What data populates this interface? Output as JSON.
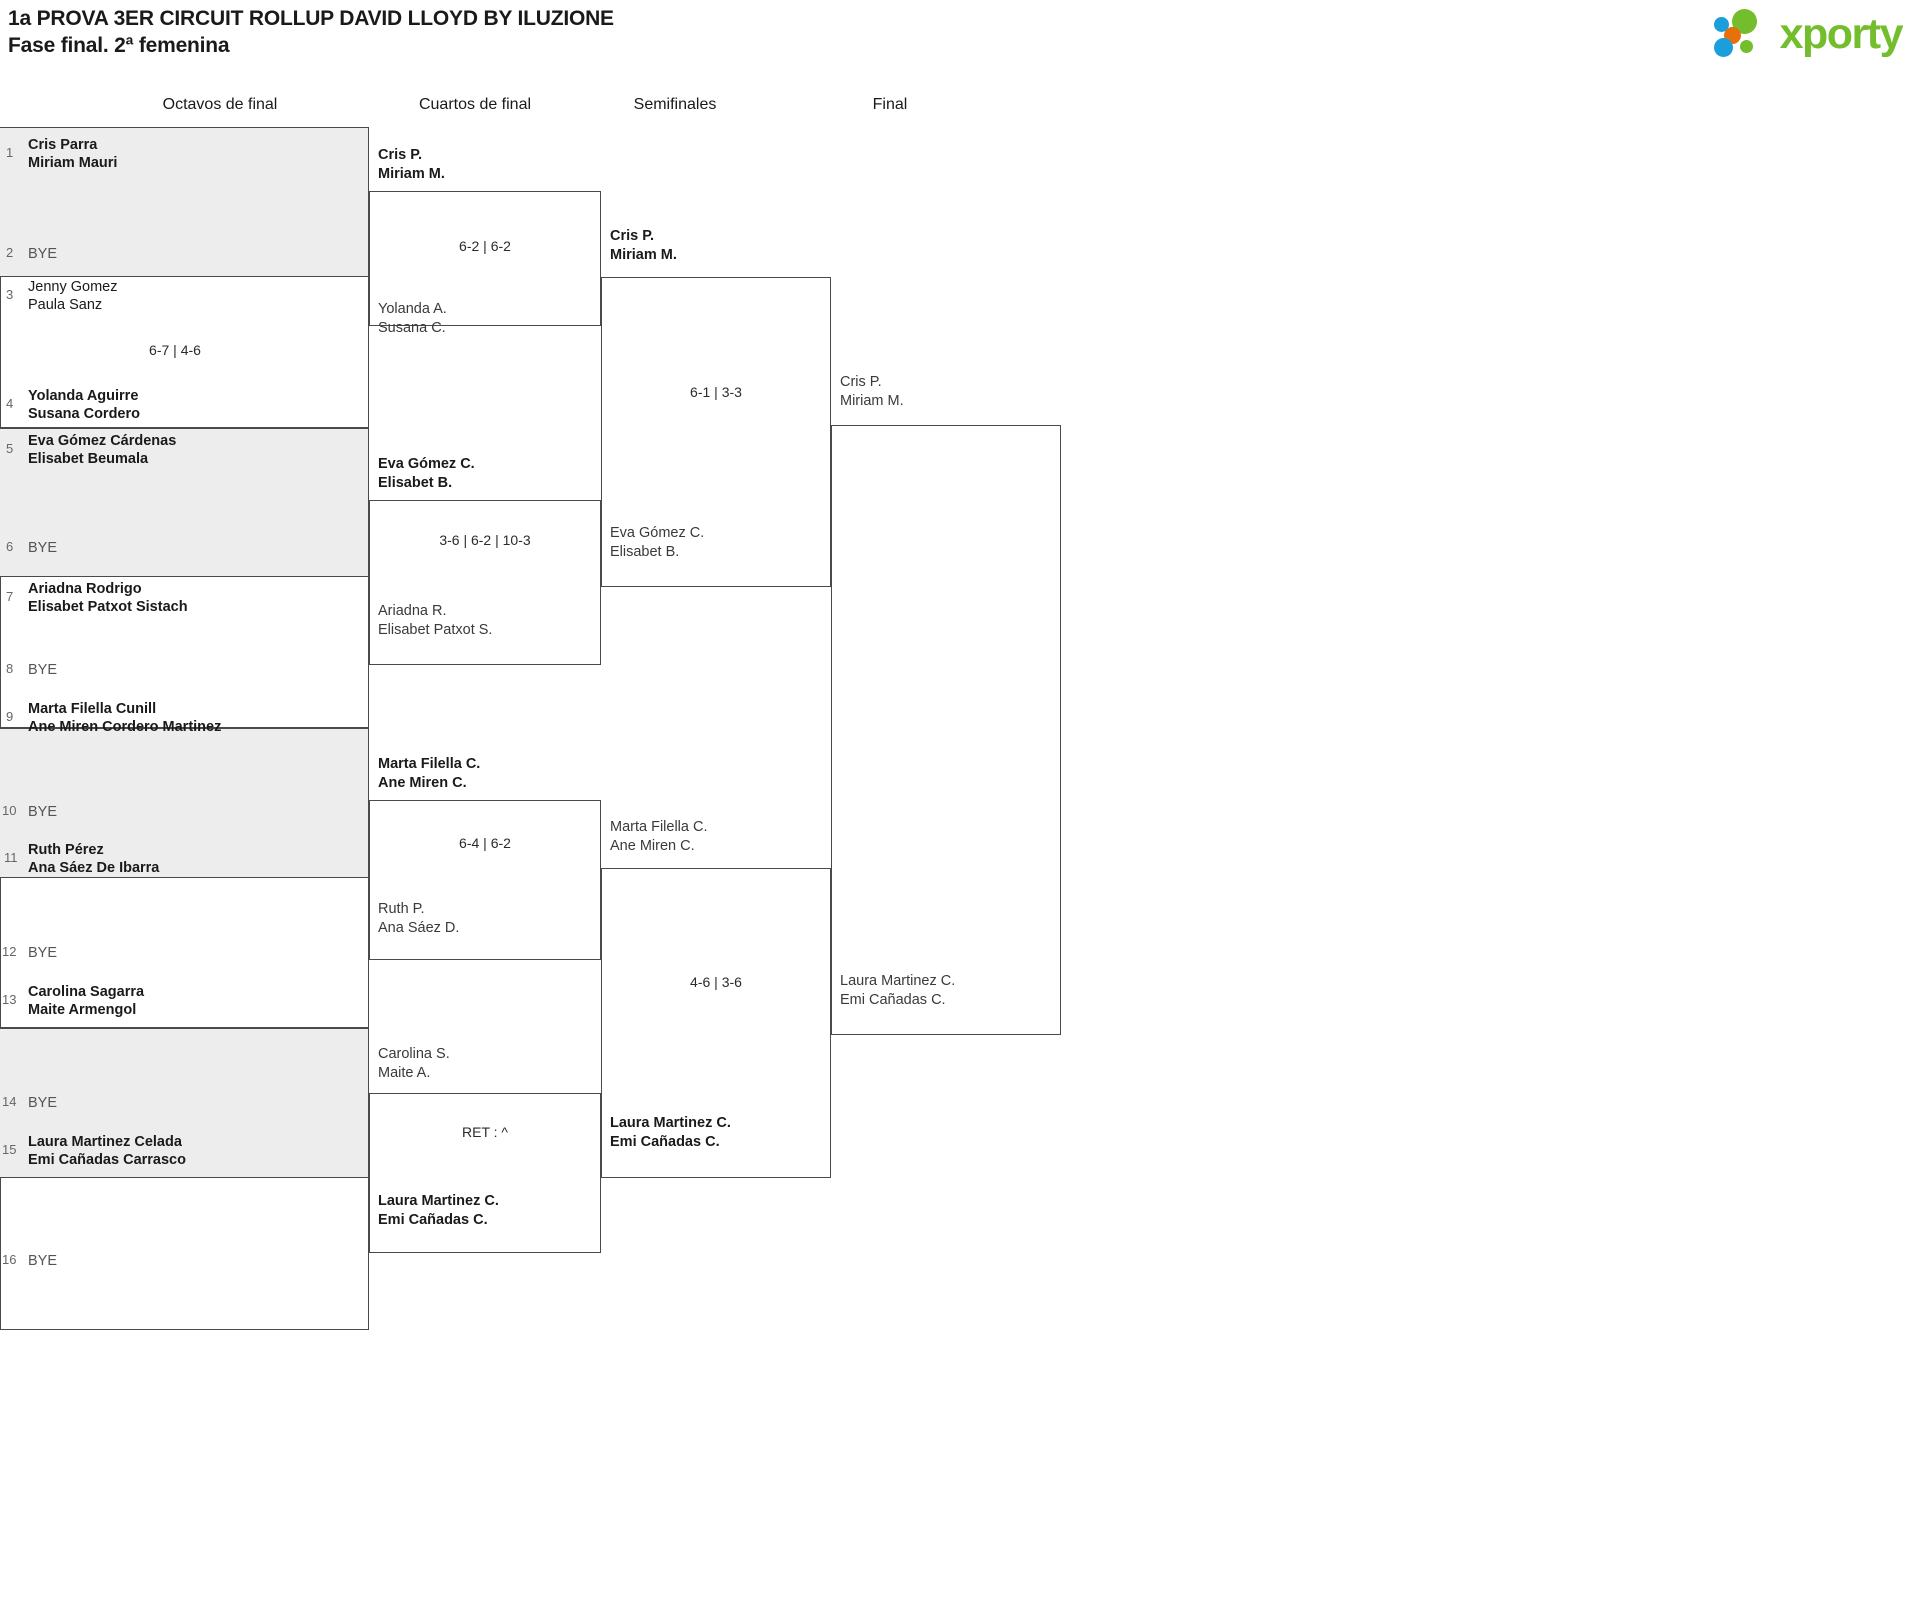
{
  "header": {
    "title_line1": "1a PROVA 3ER CIRCUIT ROLLUP DAVID LLOYD BY ILUZIONE",
    "title_line2": "Fase final. 2ª femenina",
    "logo_text": "xporty",
    "logo_colors": {
      "green": "#74bd2d",
      "blue": "#1a9fdc",
      "orange": "#e8700a"
    }
  },
  "rounds": [
    {
      "label": "Octavos de final"
    },
    {
      "label": "Cuartos de final"
    },
    {
      "label": "Semifinales"
    },
    {
      "label": "Final"
    }
  ],
  "bye_label": "BYE",
  "round1": {
    "entries": [
      {
        "seed": "1",
        "line1": "Cris Parra",
        "line2": "Miriam Mauri",
        "winner": true
      },
      {
        "seed": "2",
        "line1": "BYE",
        "line2": "",
        "winner": false
      },
      {
        "seed": "3",
        "line1": "Jenny Gomez",
        "line2": "Paula Sanz",
        "winner": false
      },
      {
        "seed": "4",
        "line1": "Yolanda Aguirre",
        "line2": "Susana Cordero",
        "winner": true
      },
      {
        "seed": "5",
        "line1": "Eva Gómez Cárdenas",
        "line2": "Elisabet Beumala",
        "winner": true
      },
      {
        "seed": "6",
        "line1": "BYE",
        "line2": "",
        "winner": false
      },
      {
        "seed": "7",
        "line1": "Ariadna Rodrigo",
        "line2": "Elisabet Patxot Sistach",
        "winner": true
      },
      {
        "seed": "8",
        "line1": "BYE",
        "line2": "",
        "winner": false
      },
      {
        "seed": "9",
        "line1": "Marta Filella Cunill",
        "line2": "Ane Miren Cordero Martinez",
        "winner": true
      },
      {
        "seed": "10",
        "line1": "BYE",
        "line2": "",
        "winner": false
      },
      {
        "seed": "11",
        "line1": "Ruth Pérez",
        "line2": "Ana Sáez De Ibarra",
        "winner": true
      },
      {
        "seed": "12",
        "line1": "BYE",
        "line2": "",
        "winner": false
      },
      {
        "seed": "13",
        "line1": "Carolina Sagarra",
        "line2": "Maite Armengol",
        "winner": true
      },
      {
        "seed": "14",
        "line1": "BYE",
        "line2": "",
        "winner": false
      },
      {
        "seed": "15",
        "line1": "Laura Martinez Celada",
        "line2": "Emi Cañadas Carrasco",
        "winner": true
      },
      {
        "seed": "16",
        "line1": "BYE",
        "line2": "",
        "winner": false
      }
    ],
    "matches": [
      {
        "score": ""
      },
      {
        "score": "6-7 | 4-6"
      },
      {
        "score": ""
      },
      {
        "score": ""
      },
      {
        "score": ""
      },
      {
        "score": ""
      },
      {
        "score": ""
      },
      {
        "score": ""
      }
    ]
  },
  "quarterfinals": [
    {
      "score": "6-2 | 6-2",
      "top": {
        "line1": "Cris P.",
        "line2": "Miriam M.",
        "winner": true
      },
      "bottom": {
        "line1": "Yolanda A.",
        "line2": "Susana C.",
        "winner": false
      }
    },
    {
      "score": "3-6 | 6-2 | 10-3",
      "top": {
        "line1": "Eva Gómez C.",
        "line2": "Elisabet B.",
        "winner": true
      },
      "bottom": {
        "line1": "Ariadna R.",
        "line2": "Elisabet Patxot S.",
        "winner": false
      }
    },
    {
      "score": "6-4 | 6-2",
      "top": {
        "line1": "Marta Filella C.",
        "line2": "Ane Miren C.",
        "winner": true
      },
      "bottom": {
        "line1": "Ruth P.",
        "line2": "Ana Sáez D.",
        "winner": false
      }
    },
    {
      "score": "RET : ^",
      "top": {
        "line1": "Carolina S.",
        "line2": "Maite A.",
        "winner": false
      },
      "bottom": {
        "line1": "Laura Martinez C.",
        "line2": "Emi Cañadas C.",
        "winner": true
      }
    }
  ],
  "semifinals": [
    {
      "score": "6-1 | 3-3",
      "top": {
        "line1": "Cris P.",
        "line2": "Miriam M.",
        "winner": true
      },
      "bottom": {
        "line1": "Eva Gómez C.",
        "line2": "Elisabet B.",
        "winner": false
      }
    },
    {
      "score": "4-6 | 3-6",
      "top": {
        "line1": "Marta Filella C.",
        "line2": "Ane Miren C.",
        "winner": false
      },
      "bottom": {
        "line1": "Laura Martinez C.",
        "line2": "Emi Cañadas C.",
        "winner": true
      }
    }
  ],
  "final": {
    "score": "",
    "top": {
      "line1": "Cris P.",
      "line2": "Miriam M.",
      "winner": false
    },
    "bottom": {
      "line1": "Laura Martinez C.",
      "line2": "Emi Cañadas C.",
      "winner": false
    }
  }
}
